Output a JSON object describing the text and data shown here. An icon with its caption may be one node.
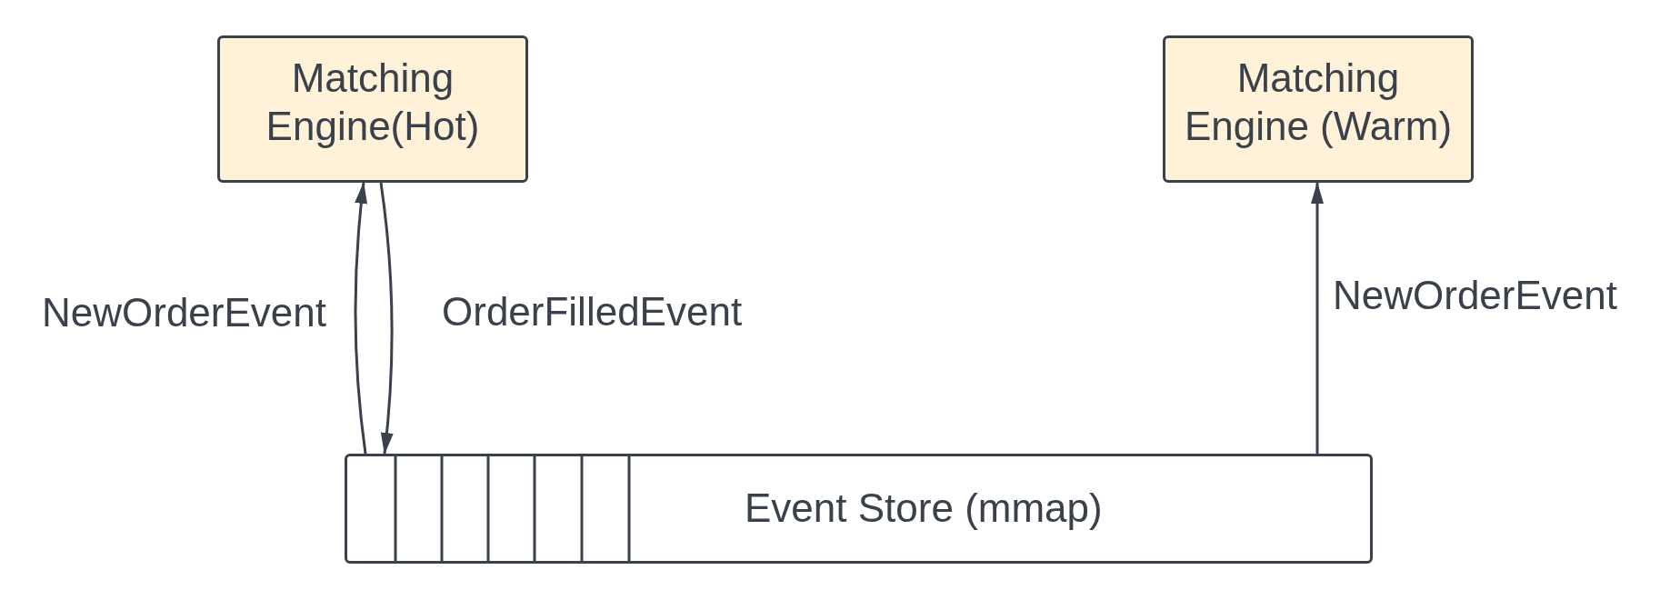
{
  "diagram": {
    "nodes": [
      {
        "text": [
          "Matching Engine(Hot)"
        ]
      },
      {
        "text": [
          "Matching Engine (Warm)"
        ]
      },
      {
        "text": [
          "Event Store (mmap)"
        ]
      }
    ],
    "edges": [
      {
        "from": 2,
        "to": 0,
        "arrow": "to",
        "label": "NewOrderEvent"
      },
      {
        "from": 0,
        "to": 2,
        "arrow": "to",
        "label": "OrderFilledEvent"
      },
      {
        "from": 2,
        "to": 1,
        "arrow": "to",
        "label": "NewOrderEvent"
      }
    ]
  }
}
